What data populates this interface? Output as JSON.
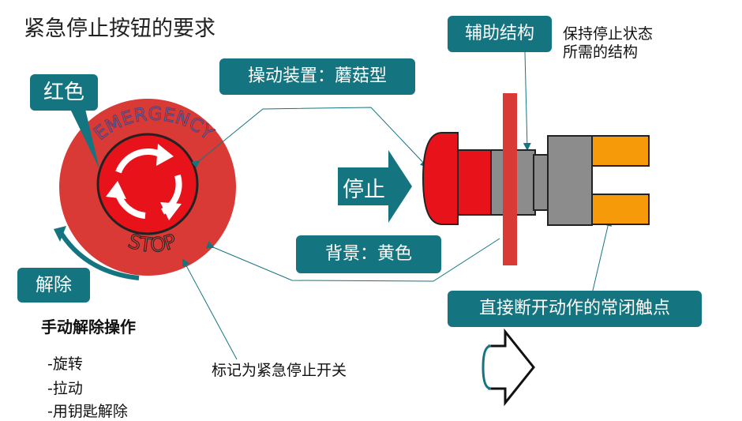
{
  "title": "紧急停止按钮的要求",
  "labels": {
    "red": "红色",
    "reset": "解除",
    "mushroom": "操动装置：蘑菇型",
    "background": "背景：黄色",
    "stop_arrow": "停止",
    "aux": "辅助结构",
    "aux_desc": "保持停止状态\n所需的结构",
    "contacts": "直接断开动作的常闭触点",
    "marked": "标记为紧急停止开关"
  },
  "button_text": {
    "top": "EMERGENCY",
    "bottom": "STOP"
  },
  "manual": {
    "heading": "手动解除操作",
    "items": [
      "-旋转",
      "-拉动",
      "-用钥匙解除"
    ]
  },
  "colors": {
    "teal": "#147580",
    "red": "#d93a36",
    "bright_red": "#e8121a",
    "gray": "#8c8c8c",
    "orange": "#f79a09"
  }
}
